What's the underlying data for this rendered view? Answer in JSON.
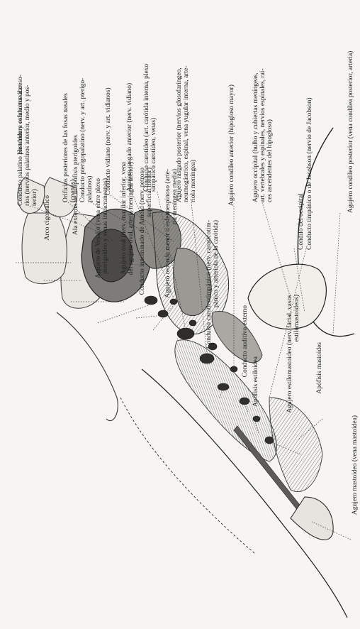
{
  "labels": {
    "hendedura": "Hendedura esfenomaxilar",
    "arco": "Arco cigomático",
    "ala": "Ala externa de la apófisis pterigoides",
    "vesalio_1": "Agujero de Vesalio (vena entre plexo",
    "vesalio_2": "pterigoideo y venas intracraneanas)",
    "oval_1": "Agujero oval (nerv. maxilar inferior, vena",
    "oval_2": "del agujero oval, arteria meníngea menor)",
    "arnold_1": "Conducto innominado de Arnold (nerv. petroso",
    "arnold_2": "superficial menor)",
    "redondo_1": "Agujero redondo menor o esfenoespinoso (arte-",
    "redondo_2": "ria meníngea media)",
    "carotico_1": "Conducto caroticotimpánico (nerv. caroticotim-",
    "carotico_2": "pánico y arteriola de la carótida)",
    "auditivo": "Conducto auditivo externo",
    "estiloidea": "Apófisis estiloidea",
    "estilomastoideo_1": "Agujero estilomastoideo (nerv. facial, vasos",
    "estilomastoideo_2": "estilomastoideos)",
    "mastoides": "Apófisis mastoides",
    "agujero_mastoideo": "Agujero mastoideo (vena mastoidea)",
    "palatino_1": "Conducto palatino posterior y conductos acceso-",
    "palatino_2": "rios (nervios palatinos anterior, medio y pos-",
    "palatino_3": "terior)",
    "orificios_1": "Orificios posteriores de las fosas nasales",
    "orificios_2": "(coanas)",
    "pterigo_1": "Conducto pterigopalatino (nerv. y art. pterigo-",
    "pterigo_2": "palatinos)",
    "vidiano": "Conducto vidiano (nerv. y art. vidianos)",
    "rasgado_ant": "Agujero rasgado anterior (nerv. vidiano)",
    "carotideo_1": "Conducto carotídeo (art. carótida interna, plexo",
    "carotideo_2": "simpático carotídeo, venas)",
    "rasgado_post_1": "Agujero rasgado posterior (nervios glosofaríngeo,",
    "rasgado_post_2": "neumogástrico, espinal, vena yugular interna, arte-",
    "rasgado_post_3": "riola meníngea)",
    "condileo_ant": "Agujero condíleo anterior (hipogloso mayor)",
    "occipital_1": "Agujero occipital (bulbo y cubiertas meníngeas,",
    "occipital_2": "art. vertebrales y espinales, nervios espinales, raí-",
    "occipital_3": "ces ascendentes del hipogloso)",
    "condilo": "Cóndilo del occipital",
    "timpanico": "Conducto timpánico o de Jacobson (nervio de Jacobson)",
    "condileo_post": "Agujero condíleo posterior (vena condílea posterior, arteria)"
  }
}
